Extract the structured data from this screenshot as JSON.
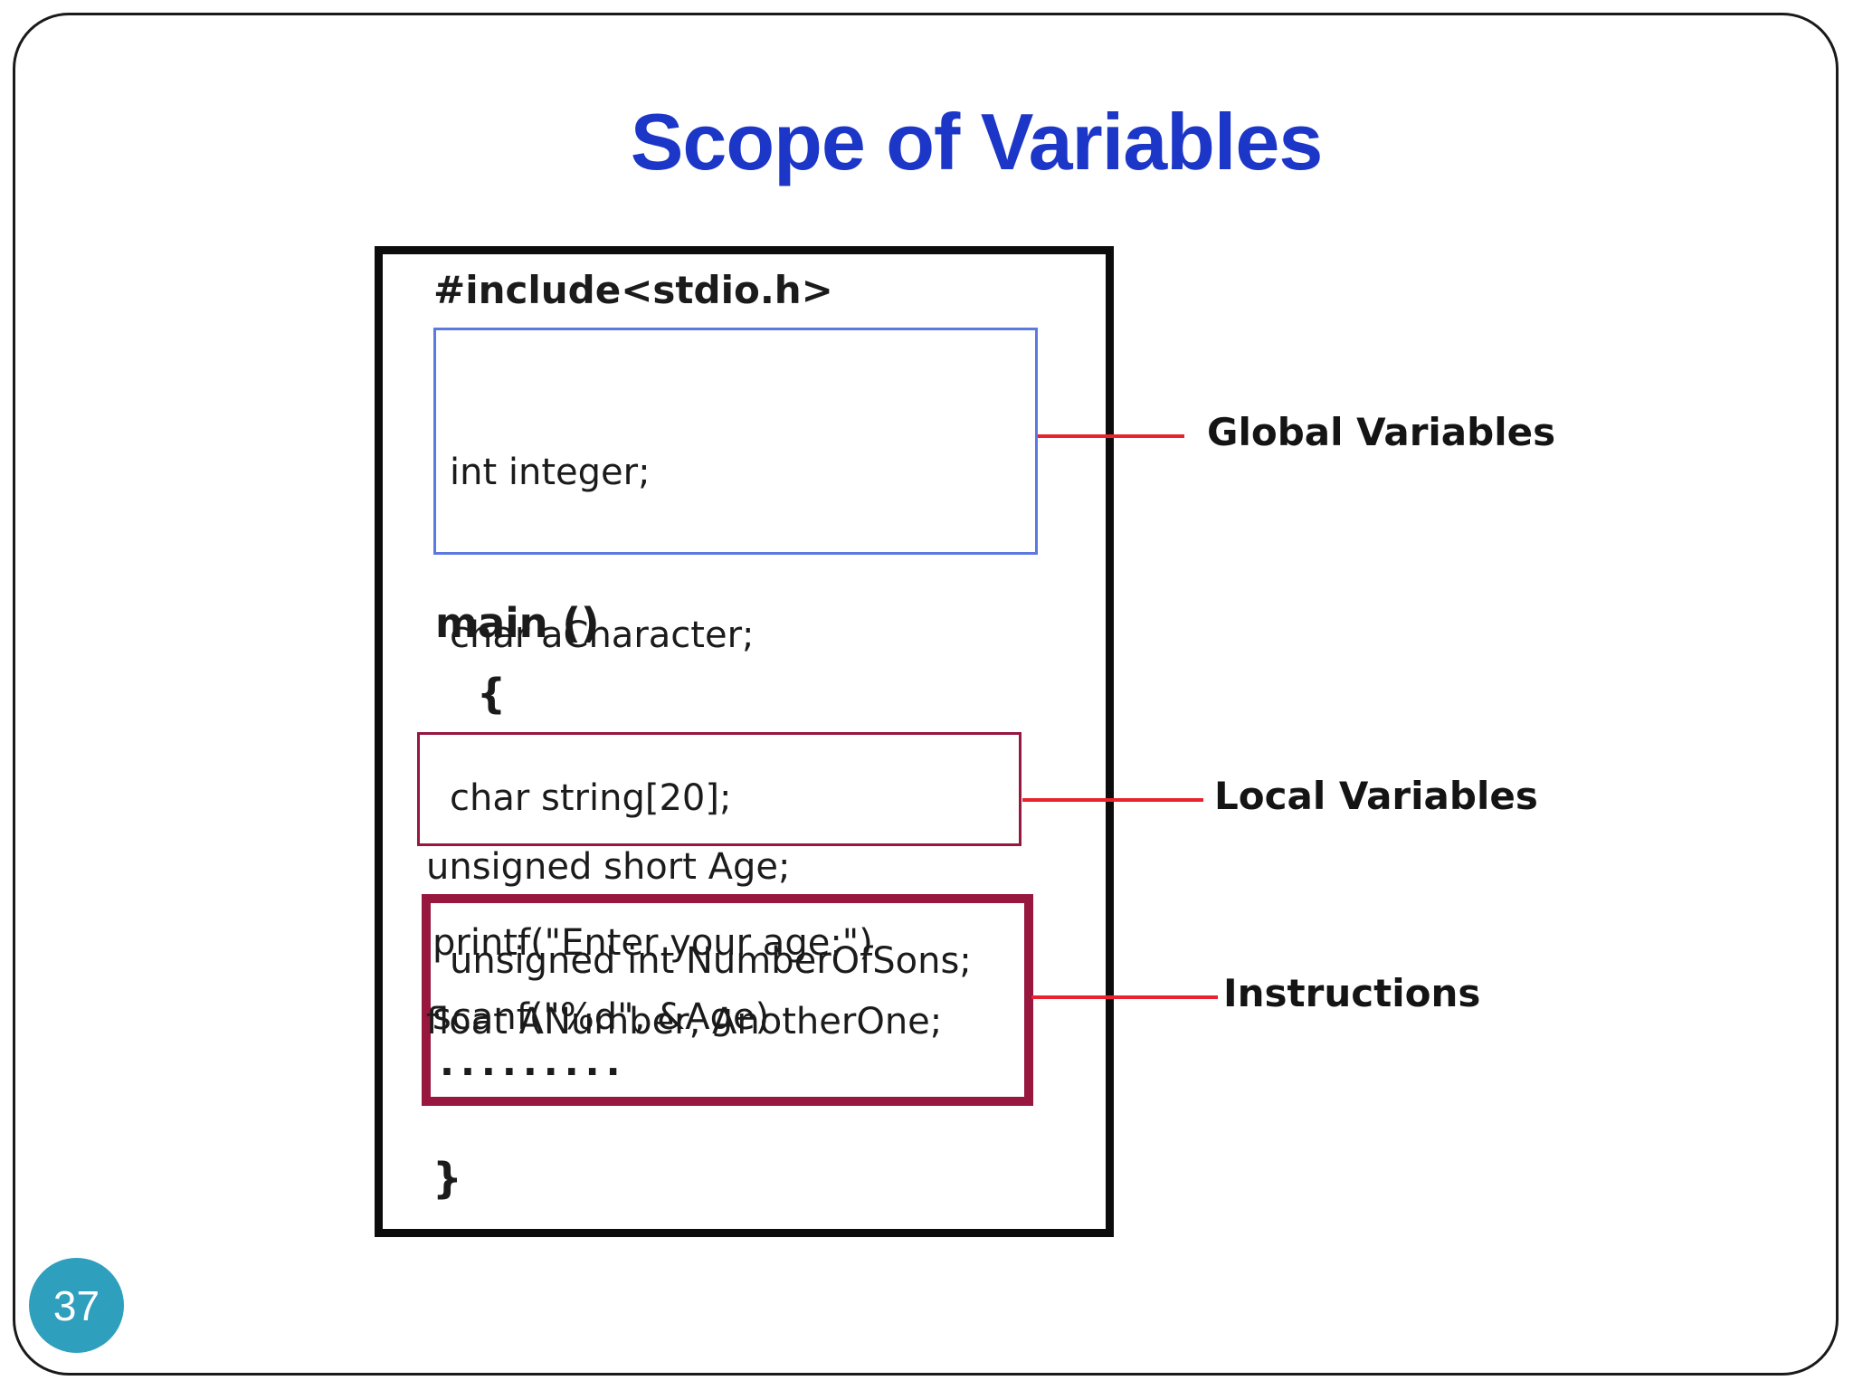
{
  "slide": {
    "title": "Scope of Variables",
    "page_number": "37"
  },
  "code": {
    "include_line": "#include<stdio.h>",
    "main_line": "main ()",
    "open_brace": "{",
    "close_brace": "}",
    "global_lines": [
      "int integer;",
      "char aCharacter;",
      "char string[20];",
      "unsigned int NumberOfSons;"
    ],
    "local_lines": [
      "unsigned short Age;",
      "float ANumber, AnotherOne;"
    ],
    "instruction_lines": [
      "printf(\"Enter your age:\")",
      "scanf(\"%d\", &Age)",
      "........."
    ]
  },
  "annotations": {
    "global": "Global Variables",
    "local": "Local Variables",
    "instructions": "Instructions"
  },
  "colors": {
    "title_blue": "#1c36c8",
    "global_box_border": "#5b79e0",
    "local_box_border": "#97173f",
    "connector_red": "#e8232d",
    "code_box_border": "#0c0c0c",
    "badge_teal": "#2f9fbe",
    "badge_text": "#ffffff"
  }
}
